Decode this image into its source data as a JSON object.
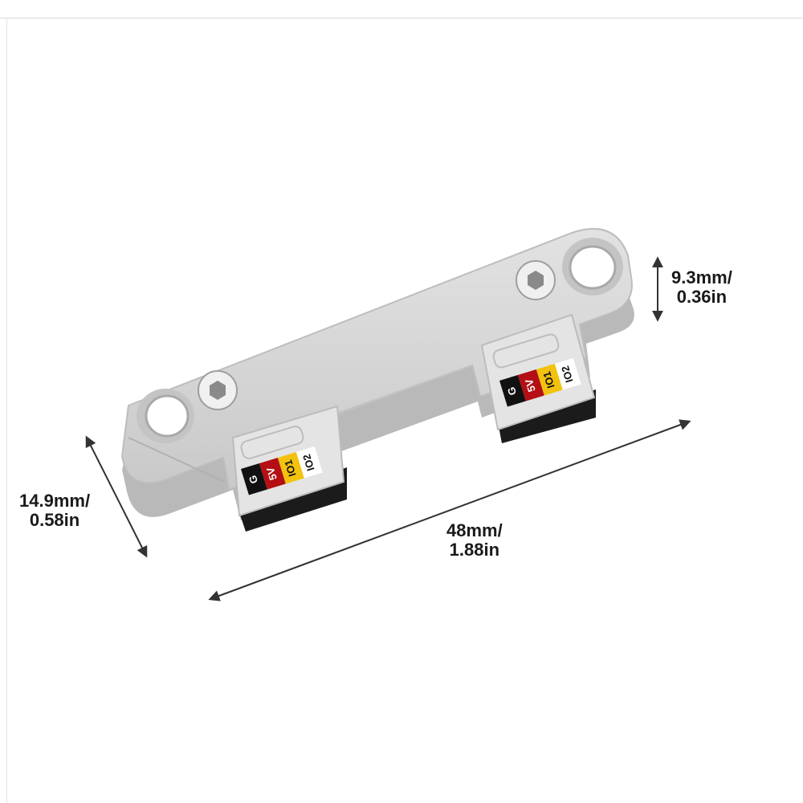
{
  "dimensions": {
    "height": {
      "mm": "9.3mm/",
      "in": "0.36in"
    },
    "width": {
      "mm": "14.9mm/",
      "in": "0.58in"
    },
    "length": {
      "mm": "48mm/",
      "in": "1.88in"
    }
  },
  "connector_left": {
    "pins": [
      "G",
      "5V",
      "IO1",
      "IO2"
    ]
  },
  "connector_right": {
    "pins": [
      "G",
      "5V",
      "IO1",
      "IO2"
    ]
  },
  "colors": {
    "body": "#d6d6d6",
    "pin_g": "#111111",
    "pin_5v": "#b30f14",
    "pin_io1": "#f2c20f",
    "pin_io2": "#ffffff"
  }
}
